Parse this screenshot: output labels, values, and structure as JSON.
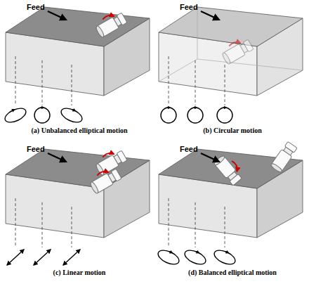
{
  "diagram": {
    "labels": [
      "Feed",
      "Feed",
      "(a) Unbalanced elliptical motion",
      "(b) Circular motion",
      "Feed",
      "Feed",
      "(c) Linear motion",
      "(d) Balanced elliptical motion"
    ]
  }
}
